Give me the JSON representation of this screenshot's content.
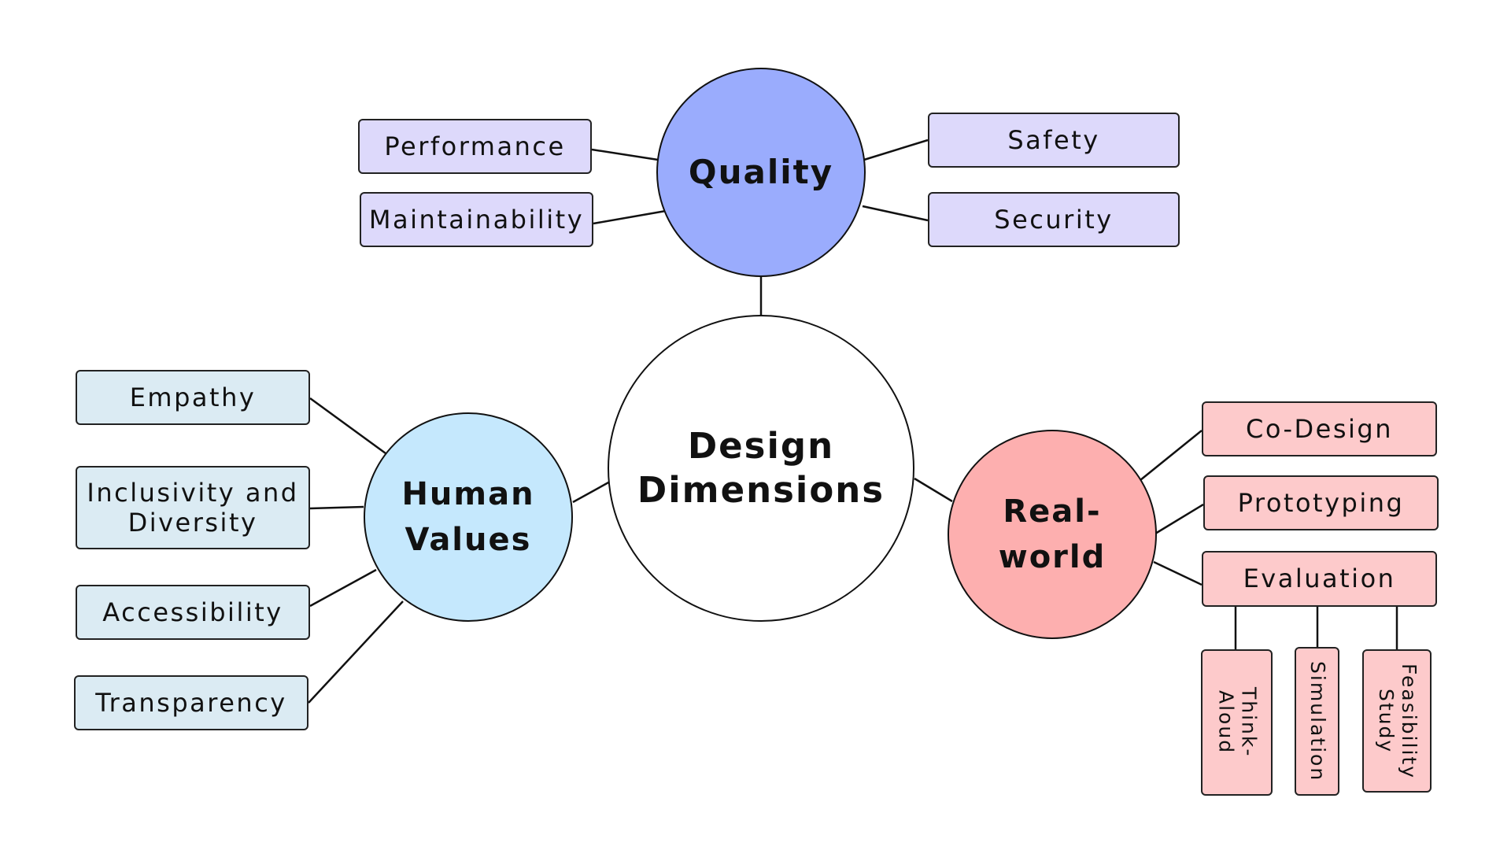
{
  "center": {
    "label": "Design\nDimensions"
  },
  "quality": {
    "label": "Quality",
    "items": [
      "Performance",
      "Maintainability",
      "Safety",
      "Security"
    ],
    "colors": {
      "circle": "#9aacfd",
      "box": "#ddd9fb"
    }
  },
  "human_values": {
    "label": "Human\nValues",
    "items": [
      "Empathy",
      "Inclusivity and\nDiversity",
      "Accessibility",
      "Transparency"
    ],
    "colors": {
      "circle": "#c5e8fd",
      "box": "#dbebf3"
    }
  },
  "real_world": {
    "label": "Real-\nworld",
    "items": [
      "Co-Design",
      "Prototyping",
      "Evaluation"
    ],
    "evaluation_methods": [
      "Think-\nAloud",
      "Simulation",
      "Feasibility\nStudy"
    ],
    "colors": {
      "circle": "#fdafaf",
      "box": "#fdcacb"
    }
  }
}
